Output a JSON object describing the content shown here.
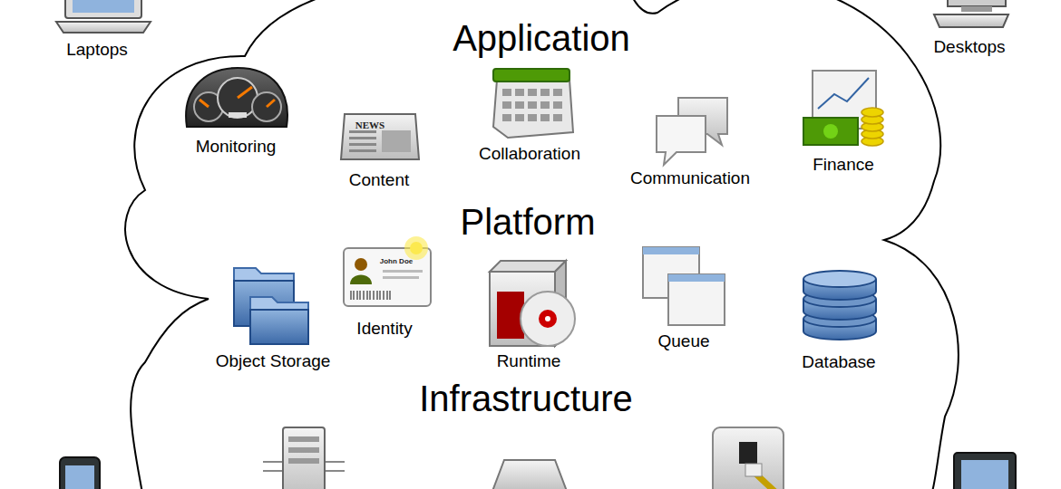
{
  "diagram": {
    "nodes": [
      {
        "text": [
          "Application",
          "Platform",
          "Infrastructure"
        ]
      }
    ],
    "labels": [
      "Laptops",
      "Desktops",
      "Monitoring",
      "NEWS",
      "Content",
      "Collaboration",
      "Communication",
      "Finance",
      "John Doe",
      "Identity",
      "Object Storage",
      "Runtime",
      "Queue",
      "Database"
    ]
  }
}
